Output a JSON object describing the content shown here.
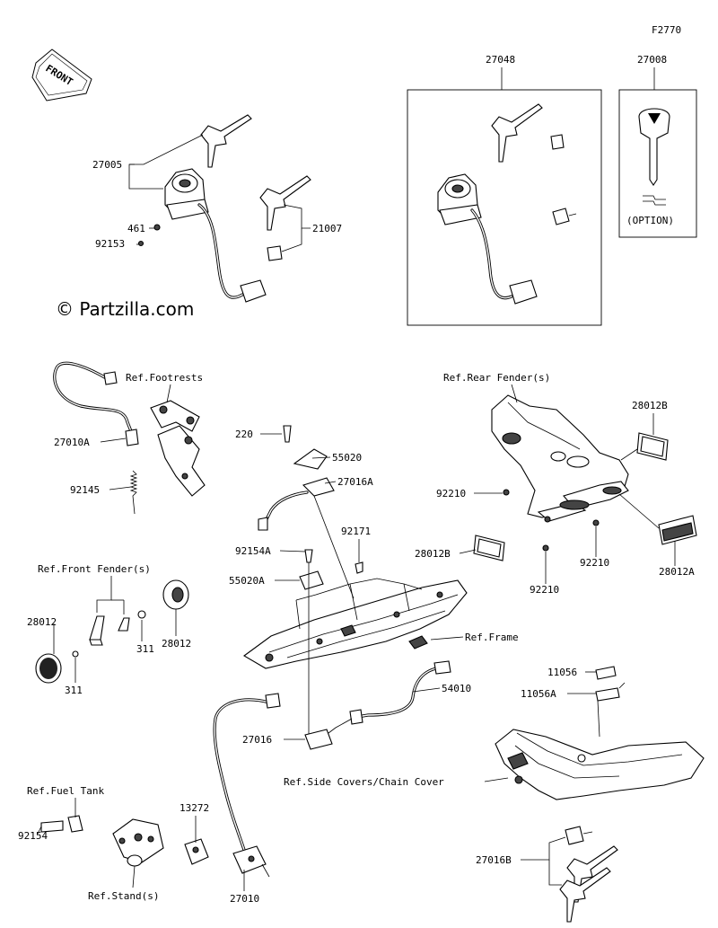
{
  "diagram_code": "F2770",
  "watermark": "© Partzilla.com",
  "front_label": "FRONT",
  "option_label": "(OPTION)",
  "parts": {
    "p27005": "27005",
    "p461": "461",
    "p92153": "92153",
    "p21007": "21007",
    "p27048": "27048",
    "p27008": "27008",
    "p27010A": "27010A",
    "p92145": "92145",
    "p220": "220",
    "p55020": "55020",
    "p27016A": "27016A",
    "p92154A": "92154A",
    "p92171": "92171",
    "p55020A": "55020A",
    "p28012B_a": "28012B",
    "p92210_a": "92210",
    "p28012B_b": "28012B",
    "p92210_b": "92210",
    "p92210_c": "92210",
    "p28012A": "28012A",
    "p28012_a": "28012",
    "p311_a": "311",
    "p311_b": "311",
    "p28012_b": "28012",
    "p54010": "54010",
    "p27016": "27016",
    "p11056": "11056",
    "p11056A": "11056A",
    "p92154": "92154",
    "p13272": "13272",
    "p27010": "27010",
    "p27016B": "27016B"
  },
  "refs": {
    "footrests": "Ref.Footrests",
    "rear_fender": "Ref.Rear Fender(s)",
    "front_fender": "Ref.Front Fender(s)",
    "frame": "Ref.Frame",
    "side_covers": "Ref.Side Covers/Chain Cover",
    "fuel_tank": "Ref.Fuel Tank",
    "stand": "Ref.Stand(s)"
  }
}
